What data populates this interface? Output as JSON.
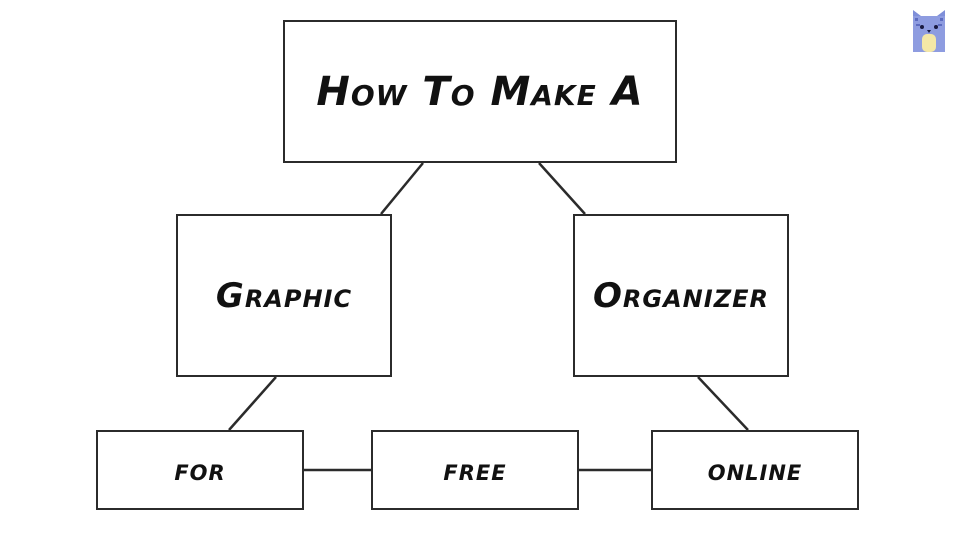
{
  "diagram": {
    "title": "How to Make a",
    "left": "Graphic",
    "right": "Organizer",
    "bottom": [
      "for",
      "free",
      "online"
    ]
  },
  "colors": {
    "stroke": "#2b2b2b",
    "text": "#111111",
    "background": "#ffffff",
    "logo_blue": "#7f8fd9",
    "logo_cream": "#f4e7a6"
  },
  "icons": {
    "logo": "cat-logo-icon"
  }
}
